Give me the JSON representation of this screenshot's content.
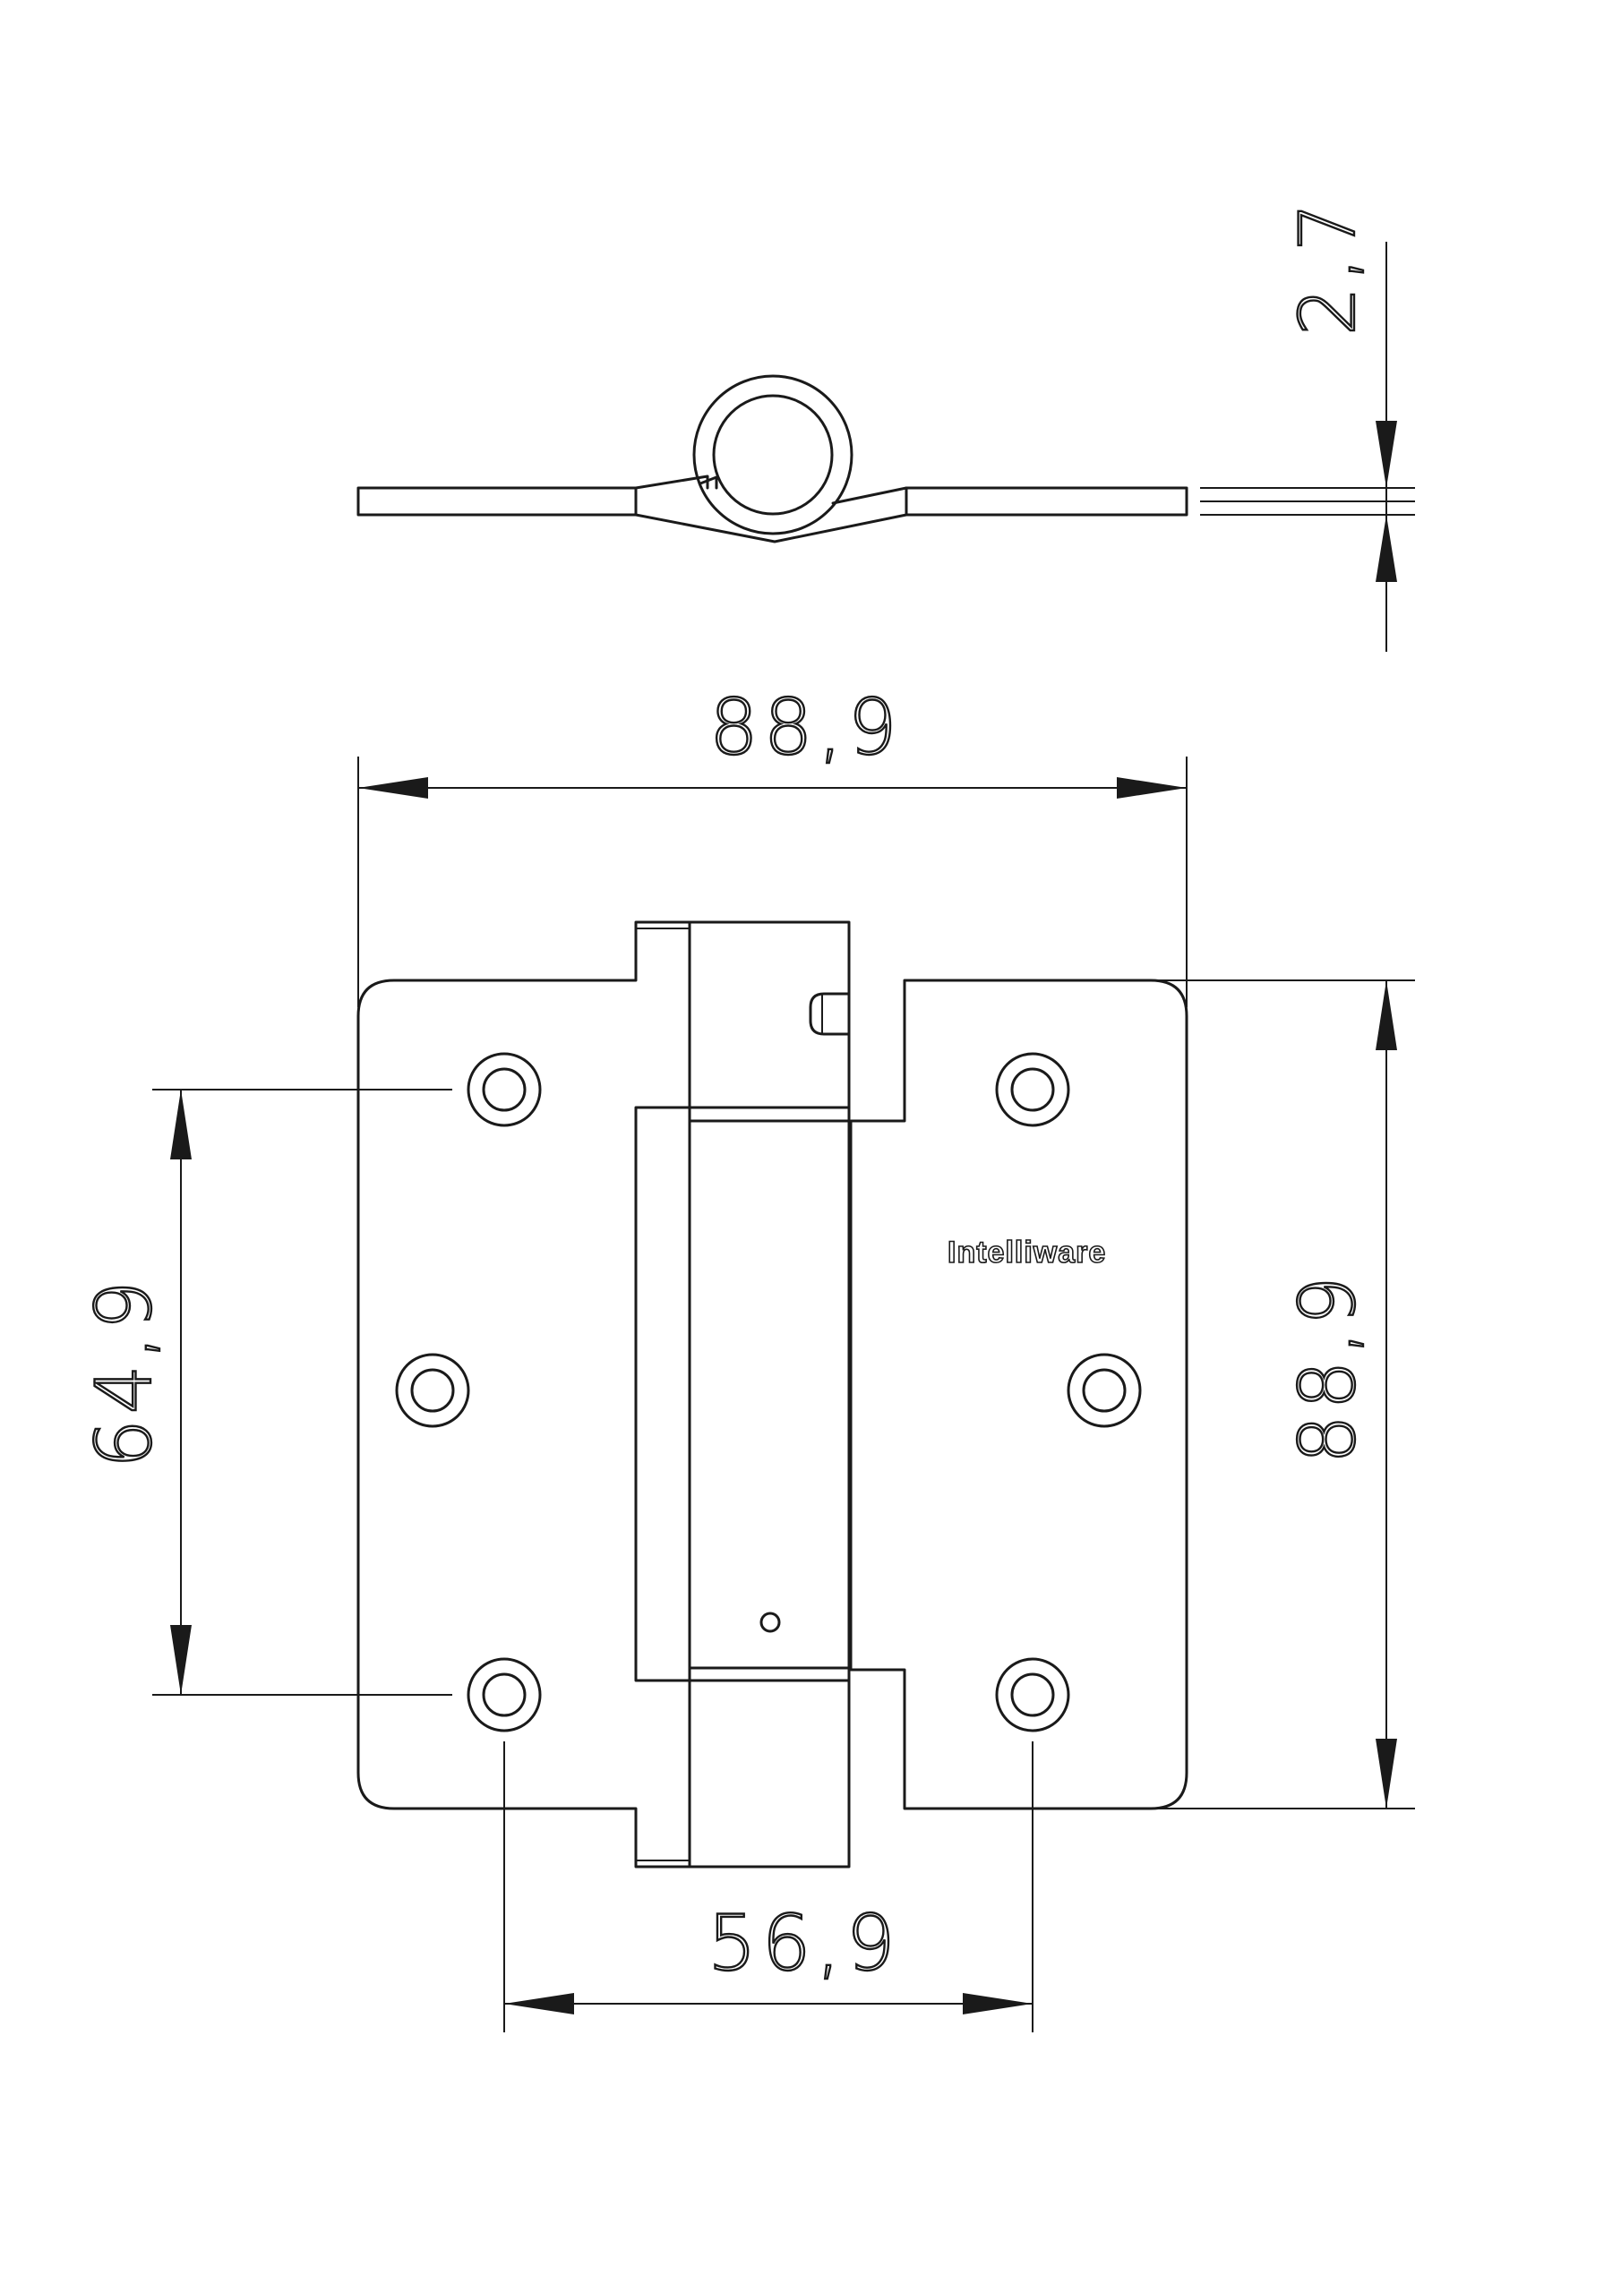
{
  "brand": {
    "label": "Intelliware"
  },
  "dimensions": {
    "thickness": "2,7",
    "overall_width": "88,9",
    "overall_height": "88,9",
    "hole_spacing_vertical": "64,9",
    "hole_spacing_horizontal": "56,9"
  }
}
